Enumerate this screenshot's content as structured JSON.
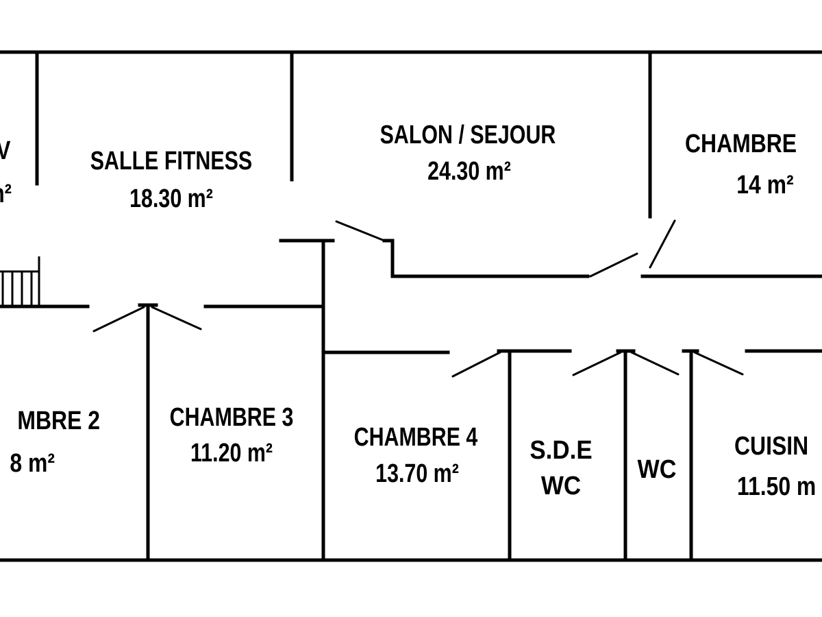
{
  "colors": {
    "background": "#ffffff",
    "walls": "#000000",
    "text": "#000000"
  },
  "rooms": [
    {
      "id": "dressing",
      "name": "V",
      "area": "m²"
    },
    {
      "id": "salle-fitness",
      "name": "SALLE FITNESS",
      "area": "18.30 m²"
    },
    {
      "id": "salon-sejour",
      "name": "SALON / SEJOUR",
      "area": "24.30 m²"
    },
    {
      "id": "chambre-1",
      "name": "CHAMBRE",
      "area": "14 m²"
    },
    {
      "id": "chambre-2",
      "name": "MBRE 2",
      "area": "8 m²"
    },
    {
      "id": "chambre-3",
      "name": "CHAMBRE 3",
      "area": "11.20 m²"
    },
    {
      "id": "chambre-4",
      "name": "CHAMBRE 4",
      "area": "13.70 m²"
    },
    {
      "id": "sde-wc",
      "name": "S.D.E",
      "area": "WC"
    },
    {
      "id": "wc",
      "name": "WC"
    },
    {
      "id": "cuisine",
      "name": "CUISIN",
      "area": "11.50 m"
    }
  ]
}
